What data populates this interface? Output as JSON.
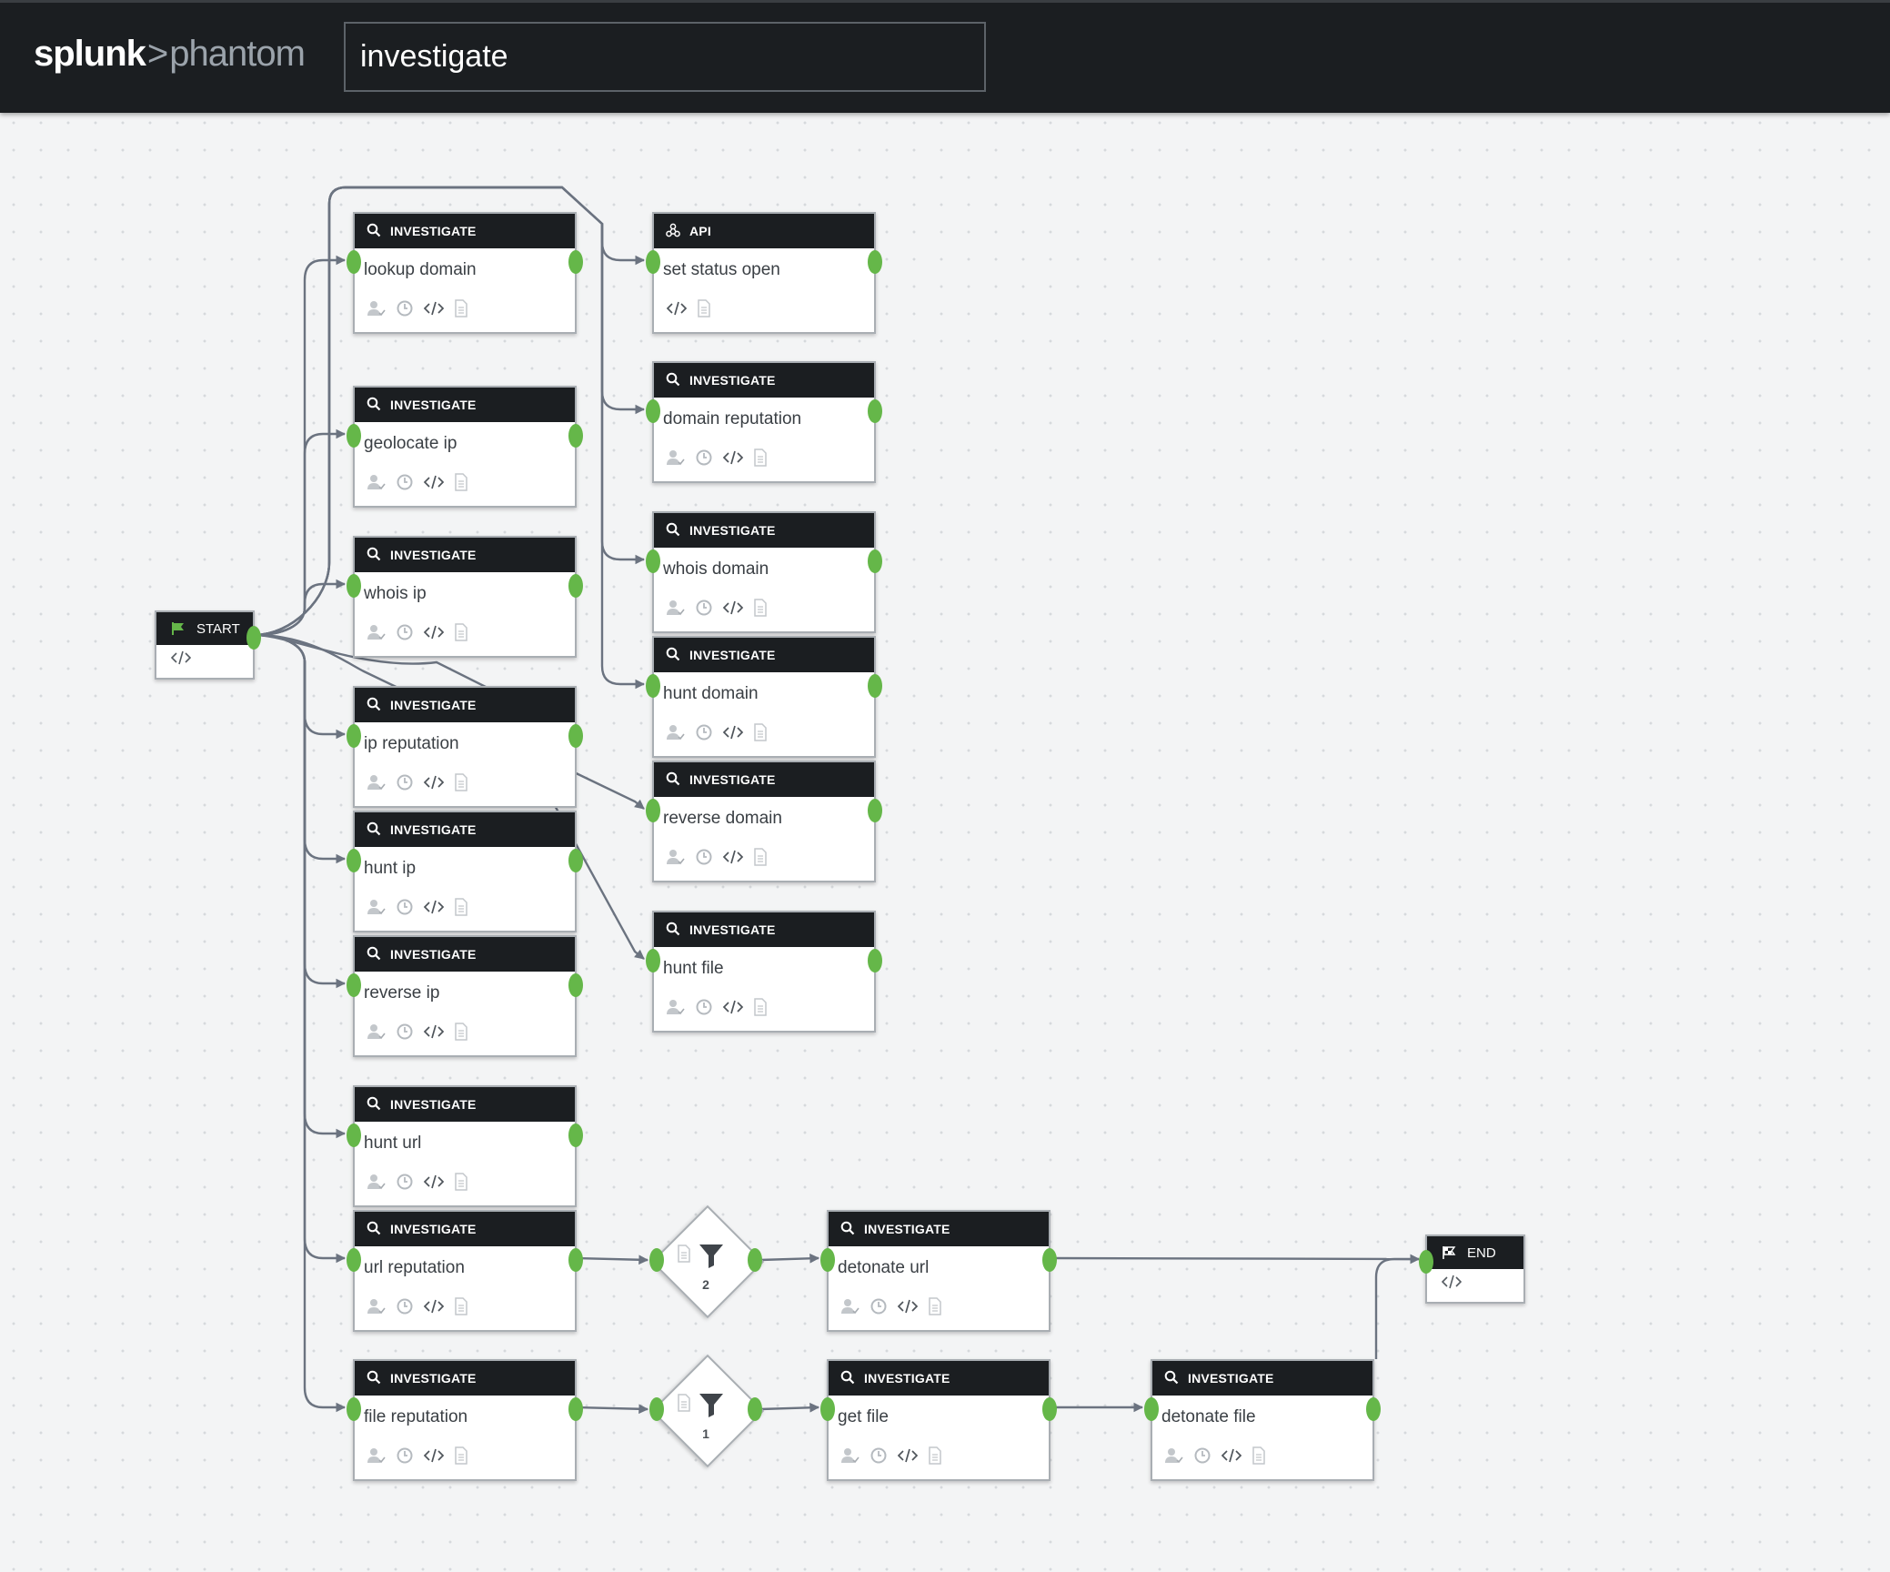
{
  "header": {
    "logo_primary": "splunk",
    "logo_separator": ">",
    "logo_secondary": "phantom",
    "playbook_name": "investigate"
  },
  "colors": {
    "topbar": "#1b1e21",
    "node_header": "#1b1e21",
    "port": "#65b749",
    "edge": "#6b7380",
    "canvas": "#f3f4f5"
  },
  "start_node": {
    "label": "START",
    "icon": "flag-icon"
  },
  "end_node": {
    "label": "END",
    "icon": "checkered-flag-icon"
  },
  "nodes": [
    {
      "id": "lookup-domain",
      "type": "INVESTIGATE",
      "label": "lookup domain",
      "icons": [
        "user-icon",
        "clock-icon",
        "code-icon",
        "document-icon"
      ]
    },
    {
      "id": "geolocate-ip",
      "type": "INVESTIGATE",
      "label": "geolocate ip",
      "icons": [
        "user-icon",
        "clock-icon",
        "code-icon",
        "document-icon"
      ]
    },
    {
      "id": "whois-ip",
      "type": "INVESTIGATE",
      "label": "whois ip",
      "icons": [
        "user-icon",
        "clock-icon",
        "code-icon",
        "document-icon"
      ]
    },
    {
      "id": "ip-reputation",
      "type": "INVESTIGATE",
      "label": "ip reputation",
      "icons": [
        "user-icon",
        "clock-icon",
        "code-icon",
        "document-icon"
      ]
    },
    {
      "id": "hunt-ip",
      "type": "INVESTIGATE",
      "label": "hunt ip",
      "icons": [
        "user-icon",
        "clock-icon",
        "code-icon",
        "document-icon"
      ]
    },
    {
      "id": "reverse-ip",
      "type": "INVESTIGATE",
      "label": "reverse ip",
      "icons": [
        "user-icon",
        "clock-icon",
        "code-icon",
        "document-icon"
      ]
    },
    {
      "id": "hunt-url",
      "type": "INVESTIGATE",
      "label": "hunt url",
      "icons": [
        "user-icon",
        "clock-icon",
        "code-icon",
        "document-icon"
      ]
    },
    {
      "id": "url-reputation",
      "type": "INVESTIGATE",
      "label": "url reputation",
      "icons": [
        "user-icon",
        "clock-icon",
        "code-icon",
        "document-icon"
      ]
    },
    {
      "id": "file-reputation",
      "type": "INVESTIGATE",
      "label": "file reputation",
      "icons": [
        "user-icon",
        "clock-icon",
        "code-icon",
        "document-icon"
      ]
    },
    {
      "id": "set-status-open",
      "type": "API",
      "label": "set status open",
      "icons": [
        "code-icon",
        "document-icon"
      ]
    },
    {
      "id": "domain-reputation",
      "type": "INVESTIGATE",
      "label": "domain reputation",
      "icons": [
        "user-icon",
        "clock-icon",
        "code-icon",
        "document-icon"
      ]
    },
    {
      "id": "whois-domain",
      "type": "INVESTIGATE",
      "label": "whois domain",
      "icons": [
        "user-icon",
        "clock-icon",
        "code-icon",
        "document-icon"
      ]
    },
    {
      "id": "hunt-domain",
      "type": "INVESTIGATE",
      "label": "hunt domain",
      "icons": [
        "user-icon",
        "clock-icon",
        "code-icon",
        "document-icon"
      ]
    },
    {
      "id": "reverse-domain",
      "type": "INVESTIGATE",
      "label": "reverse domain",
      "icons": [
        "user-icon",
        "clock-icon",
        "code-icon",
        "document-icon"
      ]
    },
    {
      "id": "hunt-file",
      "type": "INVESTIGATE",
      "label": "hunt file",
      "icons": [
        "user-icon",
        "clock-icon",
        "code-icon",
        "document-icon"
      ]
    },
    {
      "id": "detonate-url",
      "type": "INVESTIGATE",
      "label": "detonate url",
      "icons": [
        "user-icon",
        "clock-icon",
        "code-icon",
        "document-icon"
      ]
    },
    {
      "id": "get-file",
      "type": "INVESTIGATE",
      "label": "get file",
      "icons": [
        "user-icon",
        "clock-icon",
        "code-icon",
        "document-icon"
      ]
    },
    {
      "id": "detonate-file",
      "type": "INVESTIGATE",
      "label": "detonate file",
      "icons": [
        "user-icon",
        "clock-icon",
        "code-icon",
        "document-icon"
      ]
    }
  ],
  "filters": [
    {
      "id": "filter-1",
      "count": "2",
      "icons": [
        "document-icon",
        "funnel-icon"
      ]
    },
    {
      "id": "filter-2",
      "count": "1",
      "icons": [
        "document-icon",
        "funnel-icon"
      ]
    }
  ],
  "edges": [
    [
      "start",
      "lookup-domain"
    ],
    [
      "start",
      "geolocate-ip"
    ],
    [
      "start",
      "whois-ip"
    ],
    [
      "start",
      "ip-reputation"
    ],
    [
      "start",
      "hunt-ip"
    ],
    [
      "start",
      "reverse-ip"
    ],
    [
      "start",
      "hunt-url"
    ],
    [
      "start",
      "url-reputation"
    ],
    [
      "start",
      "file-reputation"
    ],
    [
      "start",
      "set-status-open"
    ],
    [
      "start",
      "domain-reputation"
    ],
    [
      "start",
      "whois-domain"
    ],
    [
      "start",
      "hunt-domain"
    ],
    [
      "start",
      "reverse-domain"
    ],
    [
      "start",
      "hunt-file"
    ],
    [
      "url-reputation",
      "filter-1"
    ],
    [
      "filter-1",
      "detonate-url"
    ],
    [
      "detonate-url",
      "end"
    ],
    [
      "file-reputation",
      "filter-2"
    ],
    [
      "filter-2",
      "get-file"
    ],
    [
      "get-file",
      "detonate-file"
    ],
    [
      "detonate-file",
      "end"
    ]
  ]
}
